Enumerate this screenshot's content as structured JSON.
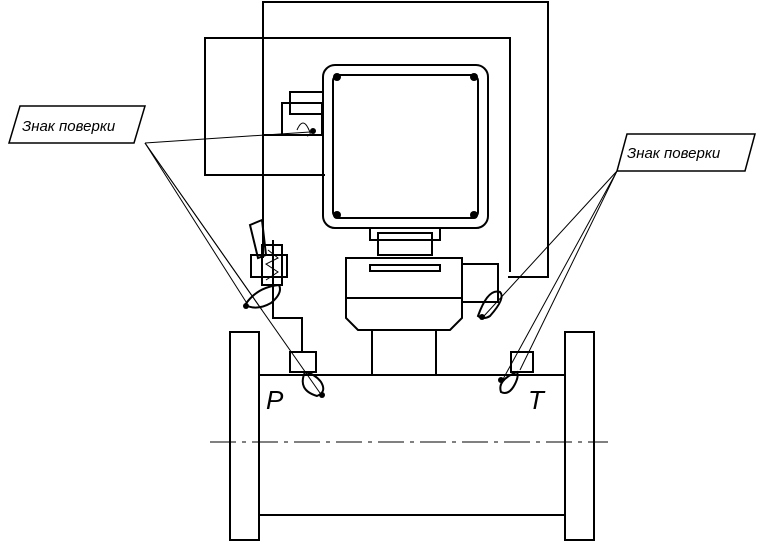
{
  "labels": {
    "seal_left": "Знак поверки",
    "seal_right": "Знак поверки",
    "tap_pressure": "P",
    "tap_temperature": "T"
  }
}
